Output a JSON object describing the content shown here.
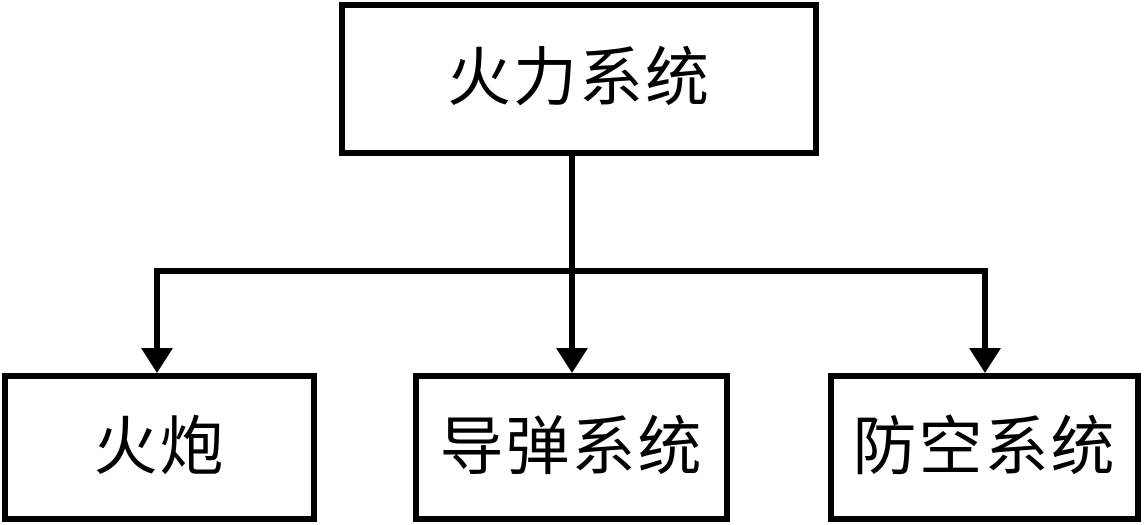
{
  "diagram": {
    "type": "tree",
    "root": {
      "label": "火力系统"
    },
    "children": [
      {
        "label": "火炮"
      },
      {
        "label": "导弹系统"
      },
      {
        "label": "防空系统"
      }
    ],
    "edges": [
      {
        "from": "火力系统",
        "to": "火炮",
        "arrow": "to"
      },
      {
        "from": "火力系统",
        "to": "导弹系统",
        "arrow": "to"
      },
      {
        "from": "火力系统",
        "to": "防空系统",
        "arrow": "to"
      }
    ]
  },
  "colors": {
    "background": "#ffffff",
    "line": "#000000",
    "text": "#000000",
    "box_fill": "#ffffff"
  }
}
